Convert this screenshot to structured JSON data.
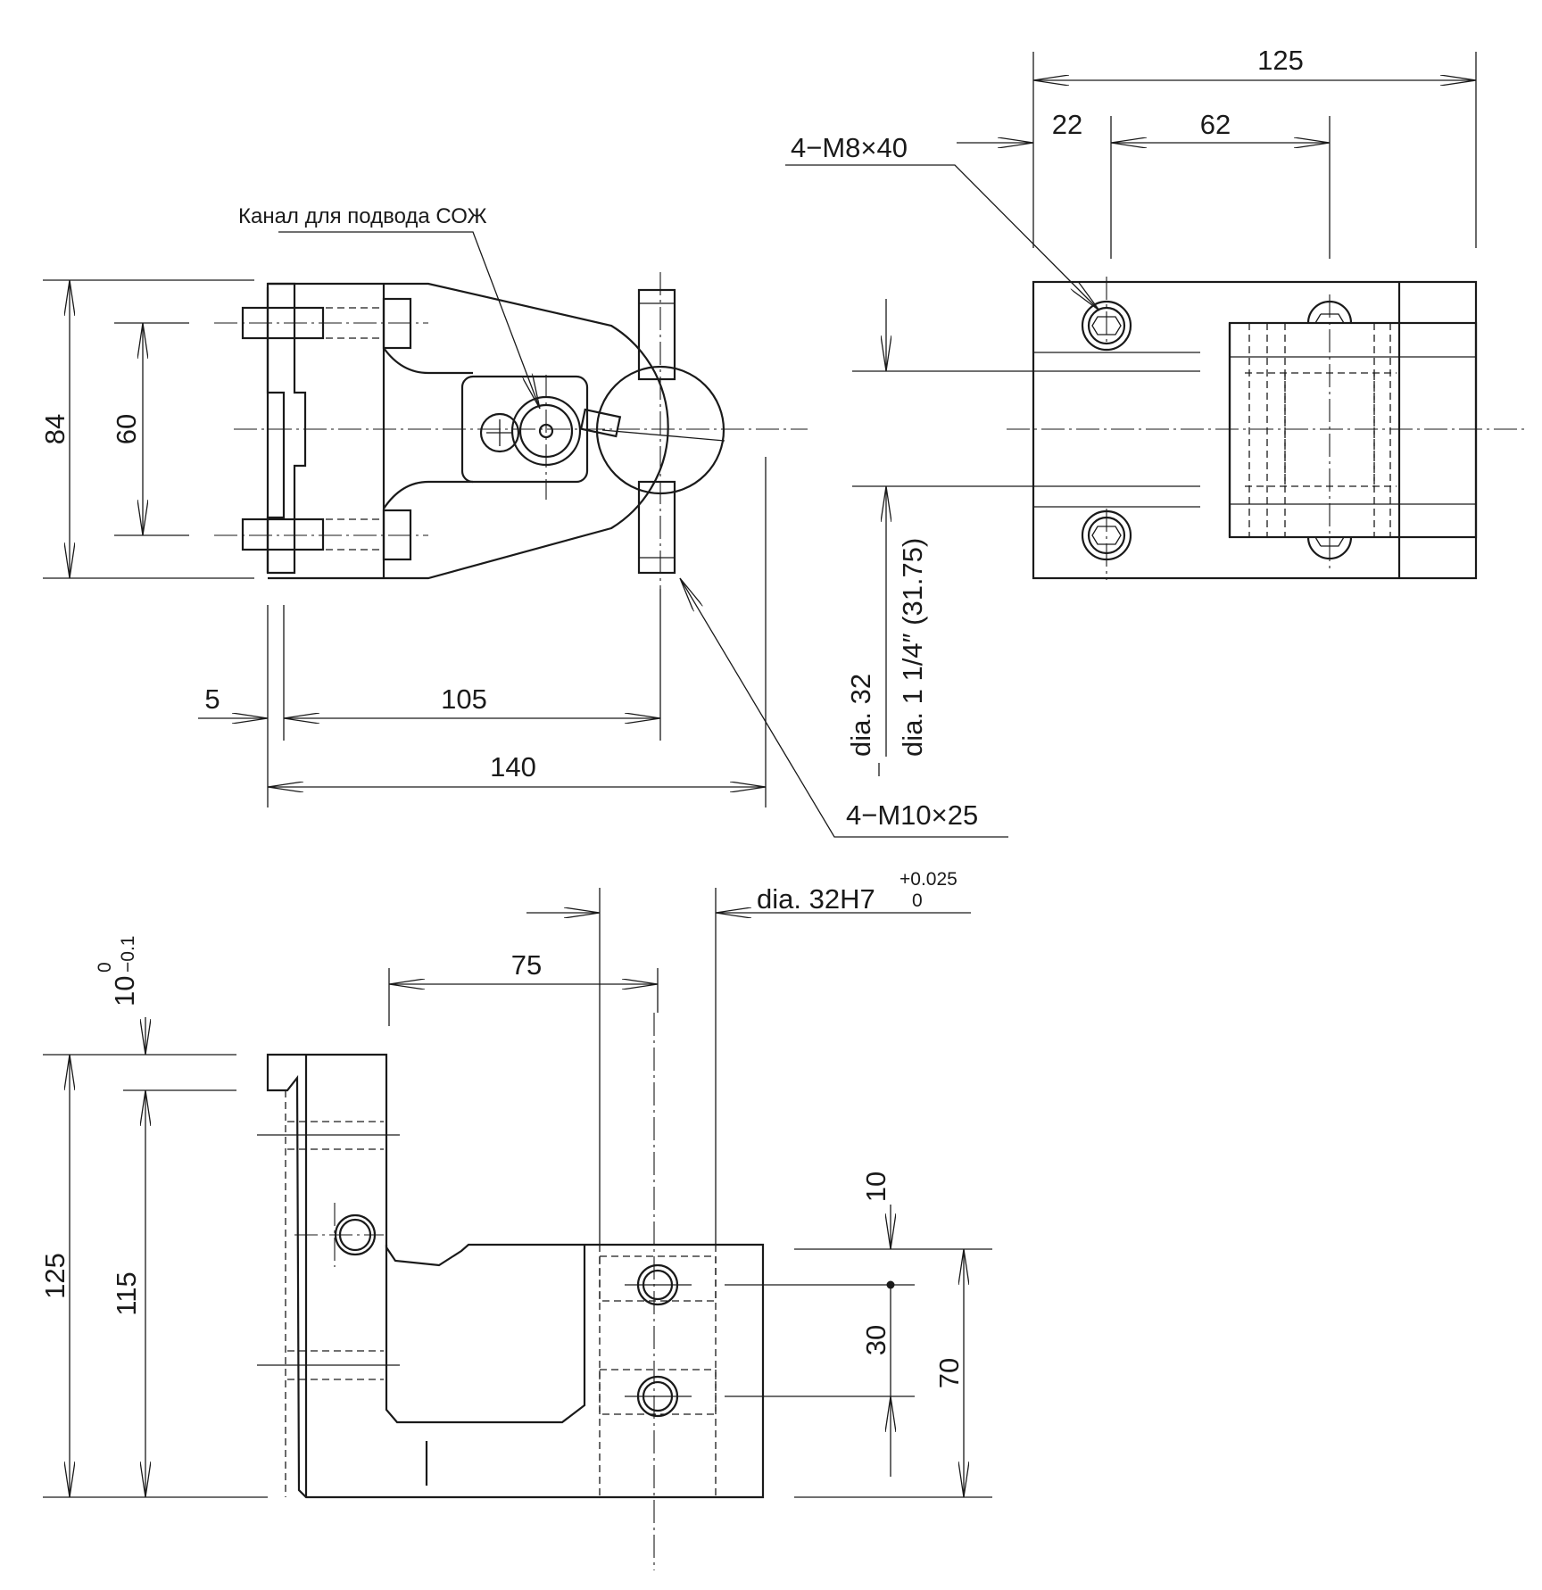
{
  "views": {
    "top": {
      "dims": {
        "d84": "84",
        "d60": "60",
        "d5": "5",
        "d105": "105",
        "d140": "140"
      },
      "notes": {
        "coolant": "Канал для подвода СОЖ",
        "m10": "4−M10×25"
      }
    },
    "side": {
      "dims": {
        "d125": "125",
        "d22": "22",
        "d62": "62",
        "dia32": "dia. 32",
        "dia114": "dia. 1 1/4″ (31.75)"
      },
      "notes": {
        "m8": "4−M8×40"
      }
    },
    "front": {
      "dims": {
        "d75": "75",
        "d10main": "10",
        "d10tol_upper": "0",
        "d10tol_lower": "−0.1",
        "d125": "125",
        "d115": "115",
        "d10": "10",
        "d30": "30",
        "d70": "70",
        "dia32h7": "dia. 32H7",
        "dia32h7_upper": "+0.025",
        "dia32h7_lower": "0"
      }
    }
  }
}
